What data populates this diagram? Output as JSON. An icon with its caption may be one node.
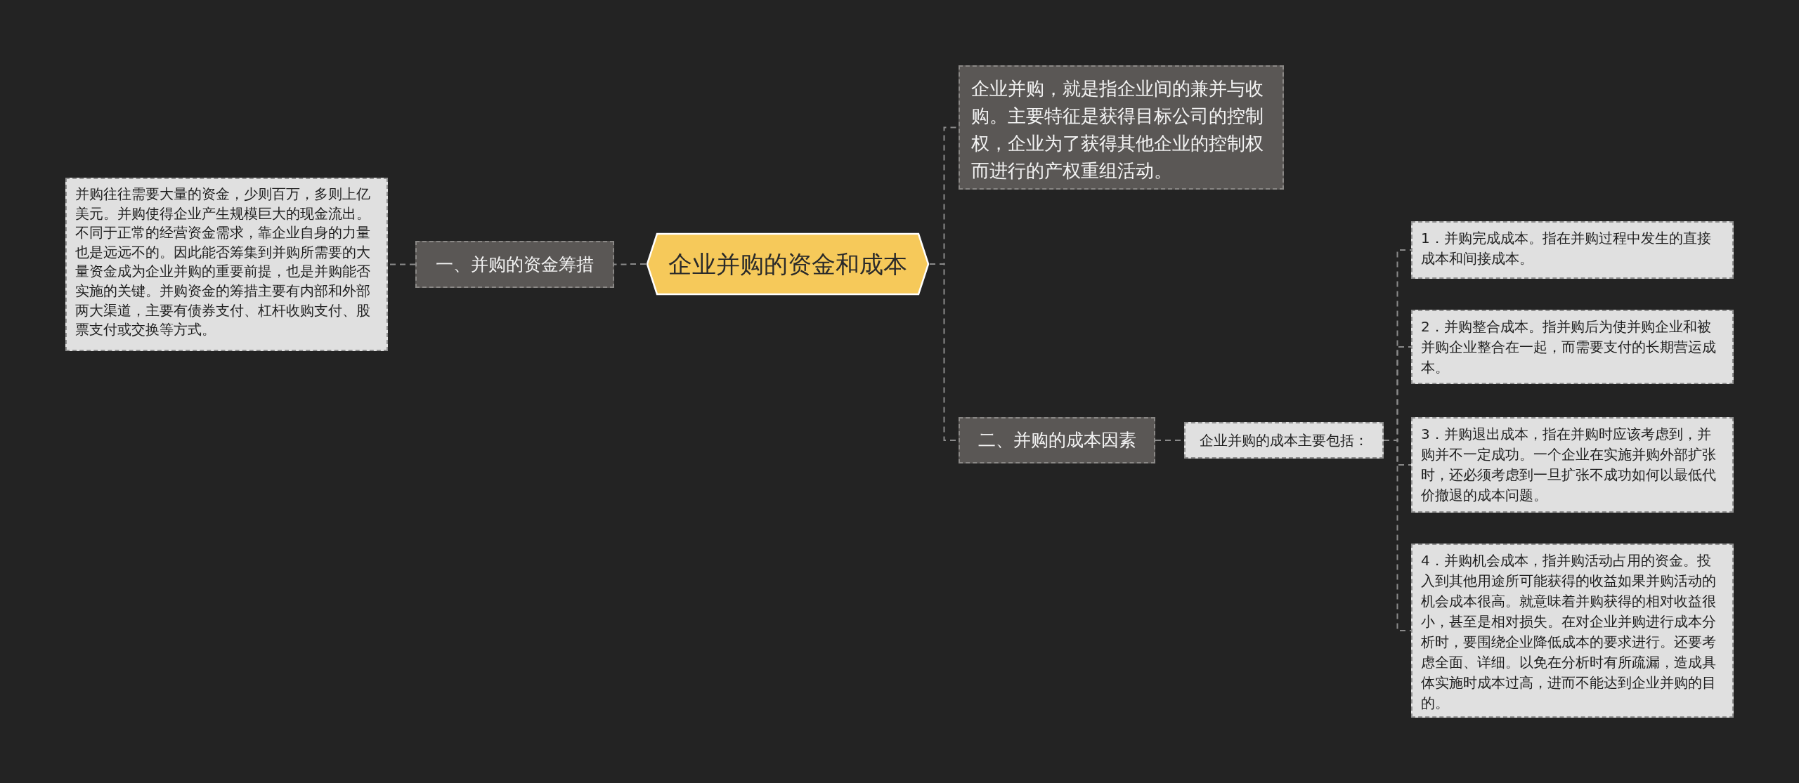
{
  "diagram": {
    "nodes": [
      {
        "text": [
          "企业并购的资金和成本"
        ]
      },
      {
        "text": [
          "一、并购的资金筹措"
        ]
      },
      {
        "text": [
          "并购往往需要大量的资金，少则百万，多则上亿美元。并购使得企业产生规模巨大的现金流出。不同于正常的经营资金需求，靠企业自身的力量也是远远不的。因此能否筹集到并购所需要的大量资金成为企业并购的重要前提，也是并购能否实施的关键。并购资金的筹措主要有内部和外部两大渠道，主要有债券支付、杠杆收购支付、股票支付或交换等方式。"
        ]
      },
      {
        "text": [
          "企业并购，就是指企业间的兼并与收购。主要特征是获得目标公司的控制权，企业为了获得其他企业的控制权而进行的产权重组活动。"
        ]
      },
      {
        "text": [
          "二、并购的成本因素"
        ]
      },
      {
        "text": [
          "企业并购的成本主要包括："
        ]
      },
      {
        "text": [
          "1．并购完成成本。指在并购过程中发生的直接成本和间接成本。"
        ]
      },
      {
        "text": [
          "2．并购整合成本。指并购后为使并购企业和被并购企业整合在一起，而需要支付的长期营运成本。"
        ]
      },
      {
        "text": [
          "3．并购退出成本，指在并购时应该考虑到，并购并不一定成功。一个企业在实施并购外部扩张时，还必须考虑到一旦扩张不成功如何以最低代价撤退的成本问题。"
        ]
      },
      {
        "text": [
          "4．并购机会成本，指并购活动占用的资金。投入到其他用途所可能获得的收益如果并购活动的机会成本很高。就意味着并购获得的相对收益很小，甚至是相对损失。在对企业并购进行成本分析时，要围绕企业降低成本的要求进行。还要考虑全面、详细。以免在分析时有所疏漏，造成具体实施时成本过高，进而不能达到企业并购的目的。"
        ]
      }
    ],
    "edges": [
      {
        "from": 0,
        "to": 1,
        "arrow": "none",
        "style": "dashed"
      },
      {
        "from": 1,
        "to": 2,
        "arrow": "none",
        "style": "dashed"
      },
      {
        "from": 0,
        "to": 3,
        "arrow": "none",
        "style": "dashed"
      },
      {
        "from": 0,
        "to": 4,
        "arrow": "none",
        "style": "dashed"
      },
      {
        "from": 4,
        "to": 5,
        "arrow": "none",
        "style": "dashed"
      },
      {
        "from": 5,
        "to": 6,
        "arrow": "none",
        "style": "dashed"
      },
      {
        "from": 5,
        "to": 7,
        "arrow": "none",
        "style": "dashed"
      },
      {
        "from": 5,
        "to": 8,
        "arrow": "none",
        "style": "dashed"
      },
      {
        "from": 5,
        "to": 9,
        "arrow": "none",
        "style": "dashed"
      }
    ]
  }
}
